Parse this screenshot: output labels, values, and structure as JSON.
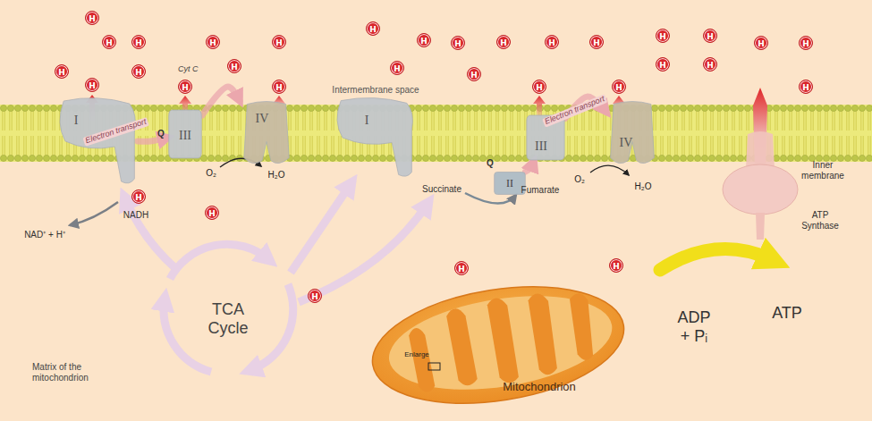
{
  "diagram": {
    "nodes": [
      {
        "text": [
          "Inner membrane"
        ]
      },
      {
        "text": [
          "I"
        ]
      },
      {
        "text": [
          "III"
        ]
      },
      {
        "text": [
          "IV"
        ]
      },
      {
        "text": [
          "I"
        ]
      },
      {
        "text": [
          "II"
        ]
      },
      {
        "text": [
          "III"
        ]
      },
      {
        "text": [
          "IV"
        ]
      },
      {
        "text": [
          "ATP Synthase"
        ]
      }
    ],
    "edges": [
      {
        "from": 1,
        "to": 2,
        "arrow": "to",
        "label": "Electron transport"
      },
      {
        "from": 2,
        "to": 3,
        "arrow": "to",
        "label": "Cyt C"
      },
      {
        "from": 5,
        "to": 6,
        "arrow": "to",
        "label": "Electron transport"
      },
      {
        "from": 6,
        "to": 7,
        "arrow": "to"
      }
    ],
    "labels": [
      "Intermembrane space",
      "Q",
      "Q",
      "NADH",
      "NAD⁺ + H⁺",
      "O₂",
      "H₂O",
      "Succinate",
      "Fumarate",
      "O₂",
      "H₂O",
      "ADP + Pᵢ",
      "ATP",
      "TCA Cycle",
      "Matrix of the mitochondrion",
      "Enlarge",
      "Mitochondrion",
      "H",
      "H",
      "H",
      "H",
      "H",
      "H",
      "H",
      "H",
      "H",
      "H",
      "H",
      "H",
      "H",
      "H",
      "H",
      "H",
      "H",
      "H",
      "H",
      "H",
      "H",
      "H",
      "H",
      "H",
      "H",
      "H",
      "H",
      "H",
      "H",
      "H",
      "H",
      "H",
      "H"
    ]
  }
}
